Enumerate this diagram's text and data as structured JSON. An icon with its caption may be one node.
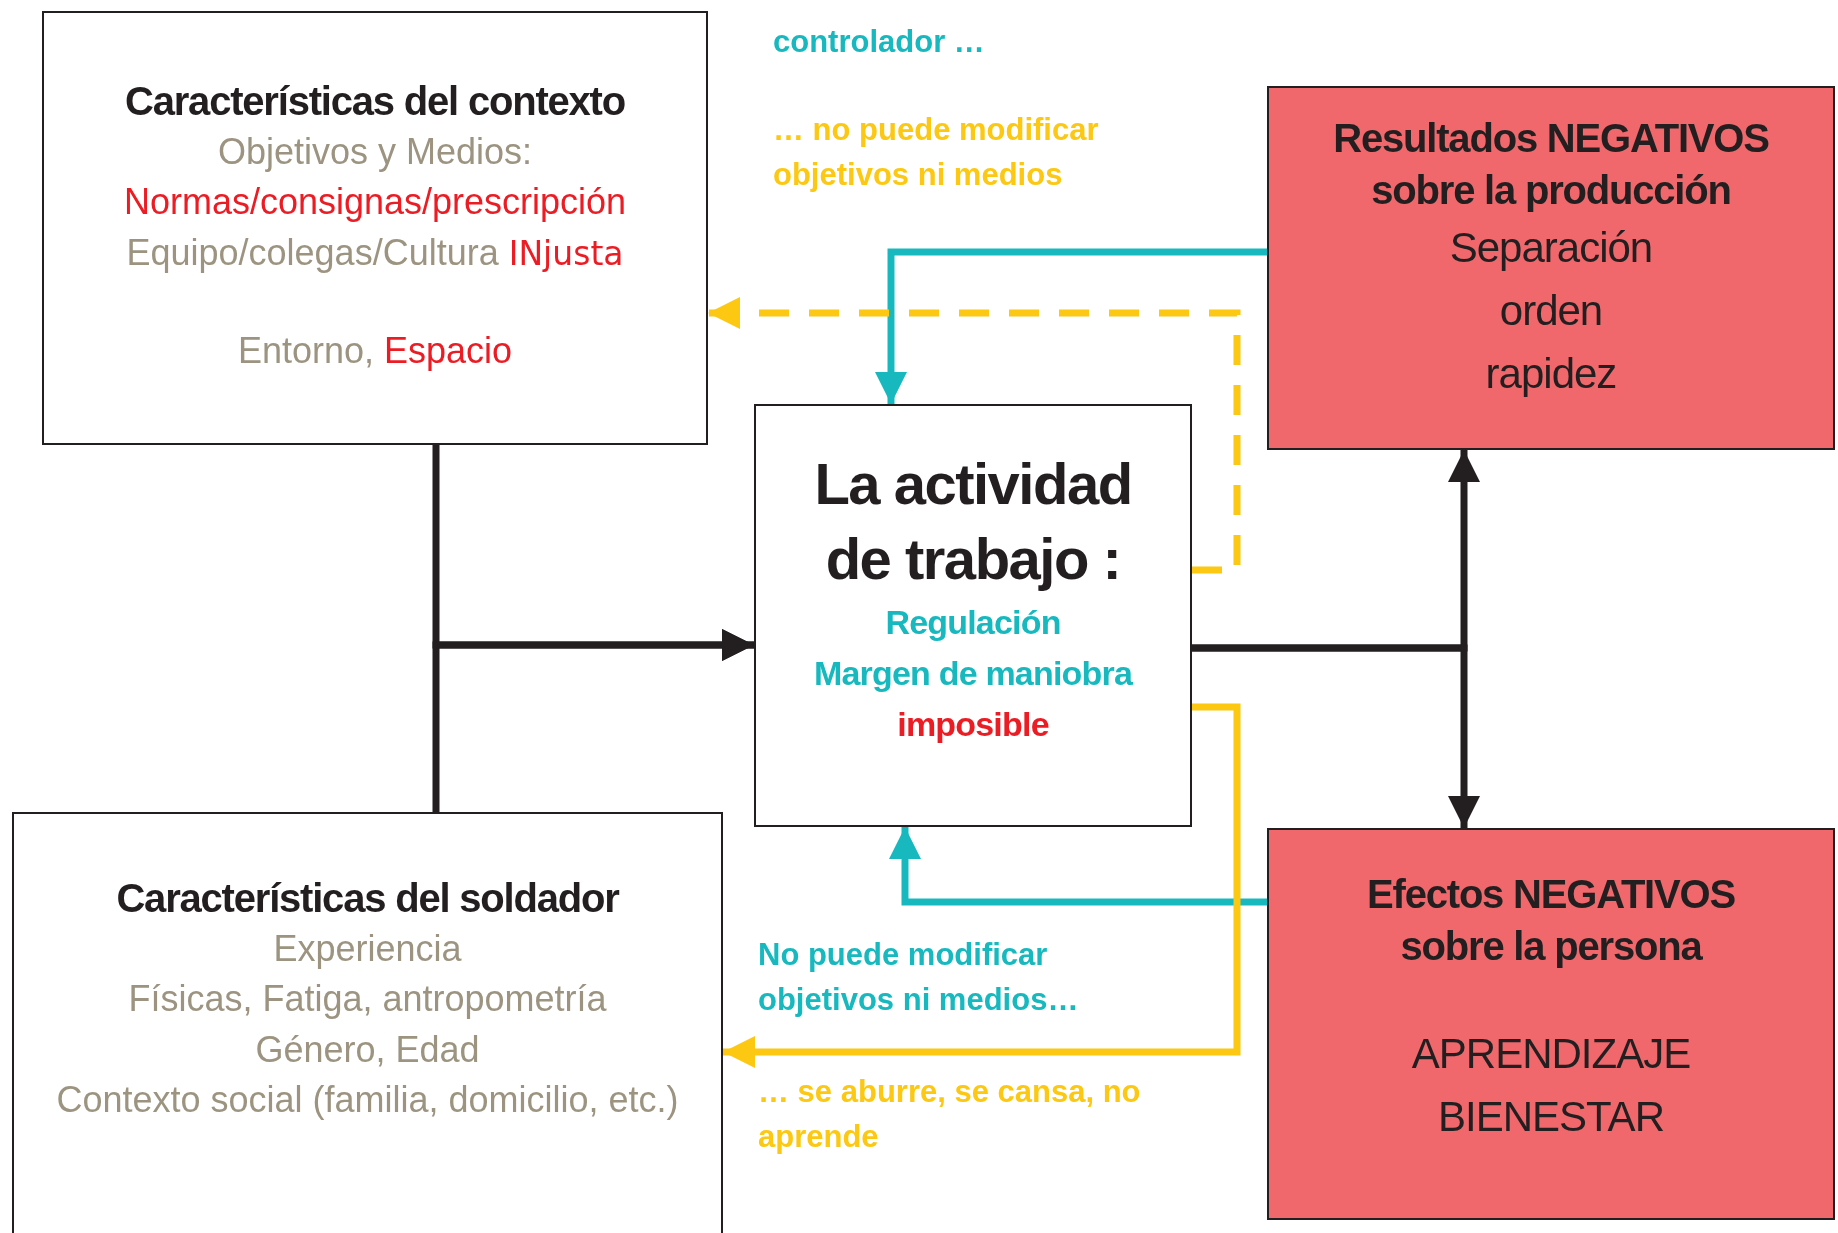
{
  "diagram": {
    "nodes": [
      {
        "text": [
          "Características del contexto",
          "Objetivos y Medios:",
          "Normas/consignas/prescripción",
          "Equipo/colegas/Cultura",
          "INjusta",
          "Entorno,",
          "Espacio"
        ]
      },
      {
        "text": [
          "La actividad de trabajo :",
          "Regulación",
          "Margen de maniobra",
          "imposible"
        ]
      },
      {
        "text": [
          "Resultados NEGATIVOS sobre la producción",
          "Separación",
          "orden",
          "rapidez"
        ]
      },
      {
        "text": [
          "Efectos NEGATIVOS sobre la persona",
          "APRENDIZAJE",
          "BIENESTAR"
        ]
      },
      {
        "text": [
          "Características del soldador",
          "Experiencia",
          "Físicas, Fatiga, antropometría",
          "Género, Edad",
          "Contexto social (familia, domicilio, etc.)"
        ]
      }
    ],
    "edges": [
      {
        "from": 0,
        "to": 1,
        "arrow": "to"
      },
      {
        "from": 4,
        "to": 1,
        "arrow": "to"
      },
      {
        "from": 1,
        "to": 2,
        "arrow": "to"
      },
      {
        "from": 1,
        "to": 3,
        "arrow": "to"
      },
      {
        "from": 2,
        "to": 1,
        "arrow": "to",
        "color": "#17b9bf"
      },
      {
        "from": 1,
        "to": 0,
        "arrow": "to",
        "style": "dashed",
        "color": "#fcc812"
      },
      {
        "from": 3,
        "to": 1,
        "arrow": "to",
        "color": "#17b9bf"
      },
      {
        "from": 1,
        "to": 4,
        "arrow": "to",
        "color": "#fcc812"
      }
    ],
    "labels": [
      "controlador …",
      "… no puede modificar objetivos ni medios",
      "No puede modificar objetivos ni medios…",
      "…  se aburre, se cansa, no aprende"
    ]
  }
}
